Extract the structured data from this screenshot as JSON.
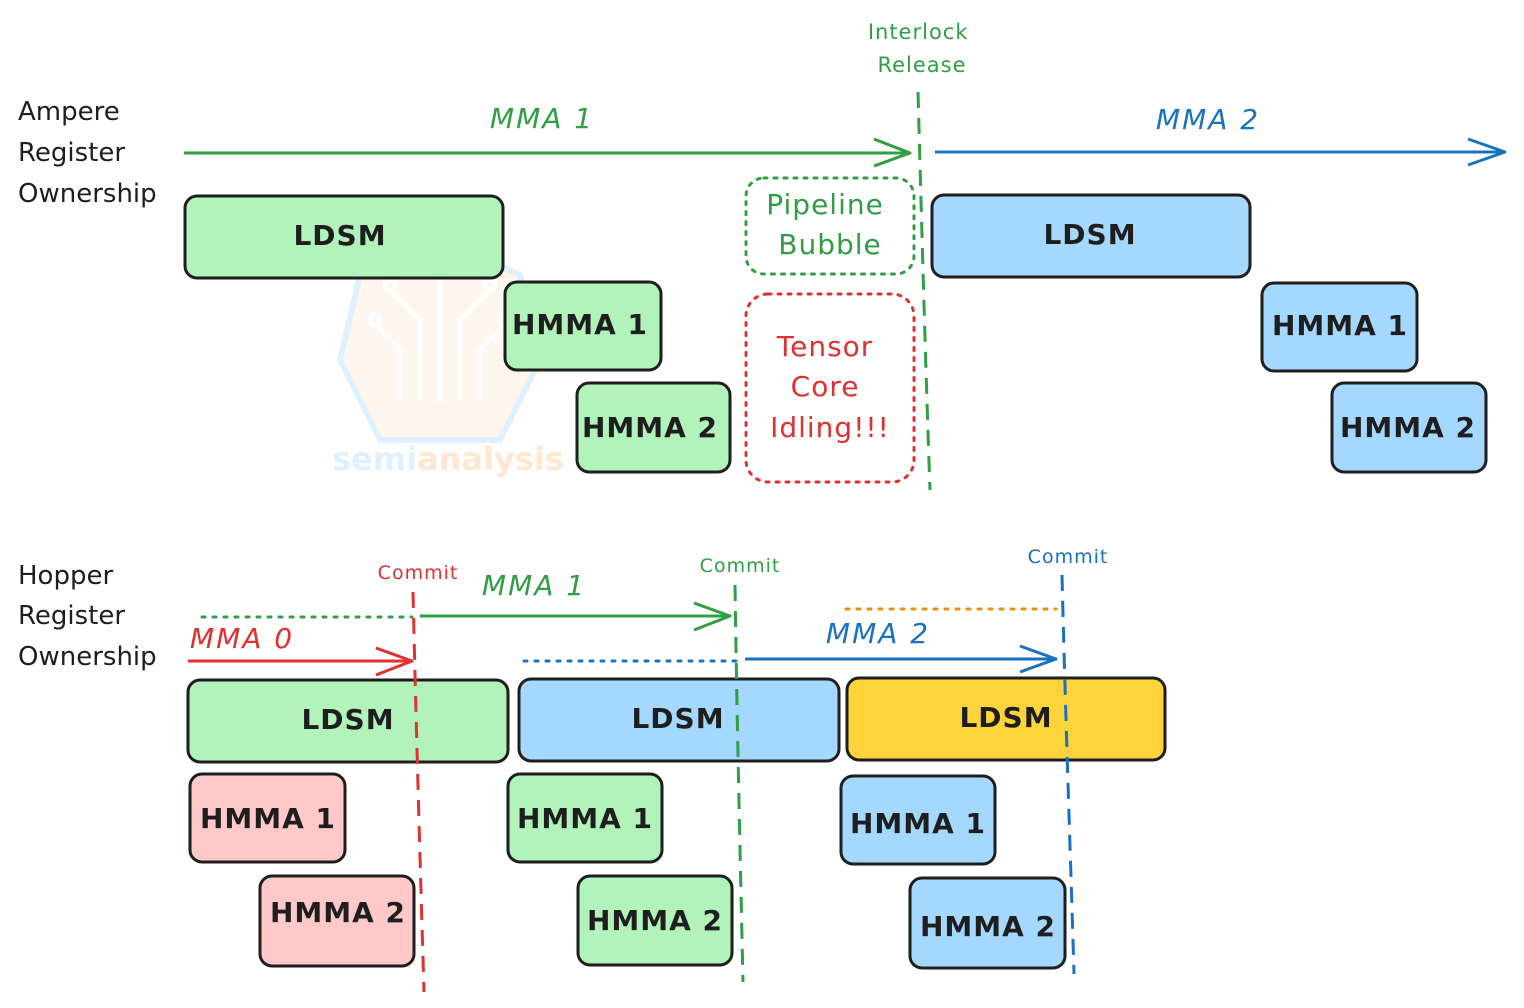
{
  "colors": {
    "green": "#2f9e44",
    "blue": "#1971c2",
    "red": "#e03131",
    "orange": "#f08c00",
    "green_fill": "#b2f2bb",
    "blue_fill": "#a5d8ff",
    "red_fill": "#ffc9c9",
    "yellow_fill": "#ffd43b",
    "stroke": "#1e1e1e"
  },
  "ampere": {
    "row_label": [
      "Ampere",
      "Register",
      "Ownership"
    ],
    "interlock_label": [
      "Interlock",
      "Release"
    ],
    "mma1_label": "MMA 1",
    "mma2_label": "MMA 2",
    "ldsm1_label": "LDSM",
    "hmma1_label": "HMMA 1",
    "hmma2_label": "HMMA 2",
    "ldsm2_label": "LDSM",
    "hmma1b_label": "HMMA 1",
    "hmma2b_label": "HMMA 2",
    "bubble_label": [
      "Pipeline",
      "Bubble"
    ],
    "idle_label": [
      "Tensor",
      "Core",
      "Idling!!!"
    ]
  },
  "hopper": {
    "row_label": [
      "Hopper",
      "Register",
      "Ownership"
    ],
    "commit_red": "Commit",
    "commit_green": "Commit",
    "commit_blue": "Commit",
    "mma0_label": "MMA 0",
    "mma1_label": "MMA 1",
    "mma2_label": "MMA 2",
    "ldsm_a": "LDSM",
    "ldsm_b": "LDSM",
    "ldsm_c": "LDSM",
    "hmma1_a": "HMMA 1",
    "hmma2_a": "HMMA 2",
    "hmma1_b": "HMMA 1",
    "hmma2_b": "HMMA 2",
    "hmma1_c": "HMMA 1",
    "hmma2_c": "HMMA 2"
  },
  "watermark": {
    "brand_a": "semi",
    "brand_b": "analysis",
    "icon": "lightbulb-circuit-icon"
  }
}
